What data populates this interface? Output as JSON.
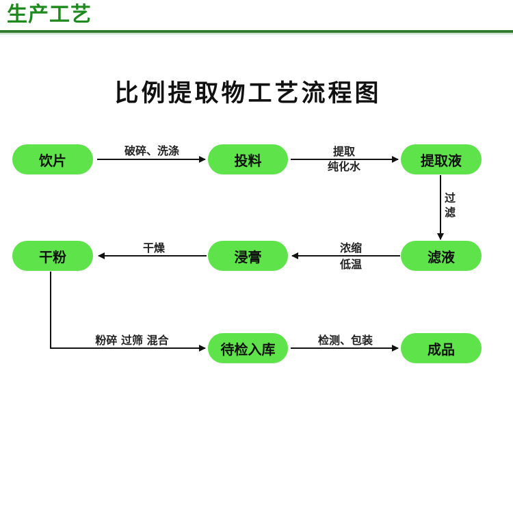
{
  "header": {
    "title": "生产工艺"
  },
  "diagram": {
    "title": "比例提取物工艺流程图",
    "nodes": {
      "yinpian": "饮片",
      "touliao": "投料",
      "tiquye": "提取液",
      "lvye": "滤液",
      "jingao": "浸膏",
      "ganfen": "干粉",
      "daijian": "待检入库",
      "chengpin": "成品"
    },
    "edges": {
      "e1": "破碎、洗涤",
      "e2_line1": "提取",
      "e2_line2": "纯化水",
      "e3_line1": "过",
      "e3_line2": "滤",
      "e4_line1": "浓缩",
      "e4_line2": "低温",
      "e5": "干燥",
      "e6": "粉碎 过筛 混合",
      "e7": "检测、包装"
    },
    "colors": {
      "node_fill": "#5ee34a",
      "header_green": "#1e8a1e",
      "arrow": "#111111"
    }
  }
}
